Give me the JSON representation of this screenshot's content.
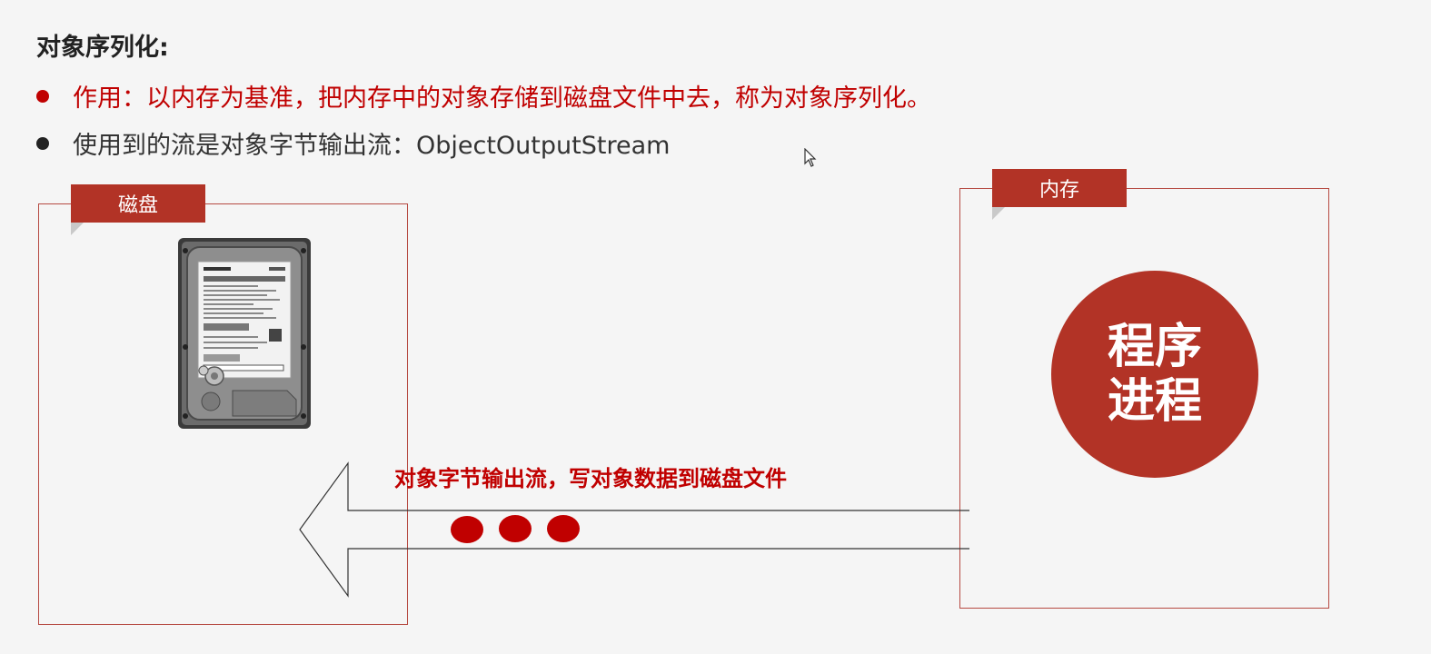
{
  "slide": {
    "title": "对象序列化:",
    "bullets": [
      {
        "text": "作用：以内存为基准，把内存中的对象存储到磁盘文件中去，称为对象序列化。",
        "color": "#c00000"
      },
      {
        "text": "使用到的流是对象字节输出流：ObjectOutputStream",
        "color": "#333333"
      }
    ],
    "disk": {
      "label": "磁盘",
      "icon": "hard-disk-drive-image"
    },
    "memory": {
      "label": "内存",
      "circle_lines": [
        "程序",
        "进程"
      ]
    },
    "arrow": {
      "label": "对象字节输出流，写对象数据到磁盘文件",
      "dots": 3
    }
  },
  "colors": {
    "accent": "#b23326",
    "highlight": "#c00000",
    "border": "#b64a42"
  }
}
